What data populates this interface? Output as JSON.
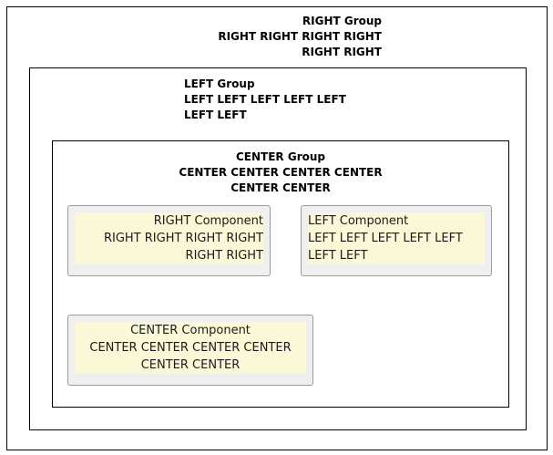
{
  "page": {
    "background_color": "#ffffff",
    "text_color": "#000000"
  },
  "groups": {
    "right": {
      "name": "RIGHT Group",
      "alignment": "right",
      "header_text": "RIGHT Group\nRIGHT RIGHT RIGHT RIGHT\nRIGHT RIGHT"
    },
    "left": {
      "name": "LEFT Group",
      "alignment": "left",
      "header_text": "LEFT Group\nLEFT LEFT LEFT LEFT LEFT\nLEFT LEFT"
    },
    "center": {
      "name": "CENTER Group",
      "alignment": "center",
      "header_text": "CENTER Group\nCENTER CENTER CENTER CENTER\nCENTER CENTER"
    }
  },
  "components": [
    {
      "name": "RIGHT Component",
      "alignment": "right",
      "text": "RIGHT Component\nRIGHT RIGHT RIGHT RIGHT\nRIGHT RIGHT"
    },
    {
      "name": "LEFT Component",
      "alignment": "left",
      "text": "LEFT Component\nLEFT LEFT LEFT LEFT LEFT\nLEFT LEFT"
    },
    {
      "name": "CENTER Component",
      "alignment": "center",
      "text": "CENTER Component\nCENTER CENTER CENTER CENTER\nCENTER CENTER"
    }
  ],
  "colors": {
    "border": "#000000",
    "component_fill": "#efefef",
    "component_border": "#9a9a9a",
    "component_text_fill": "#fbf8d8"
  }
}
